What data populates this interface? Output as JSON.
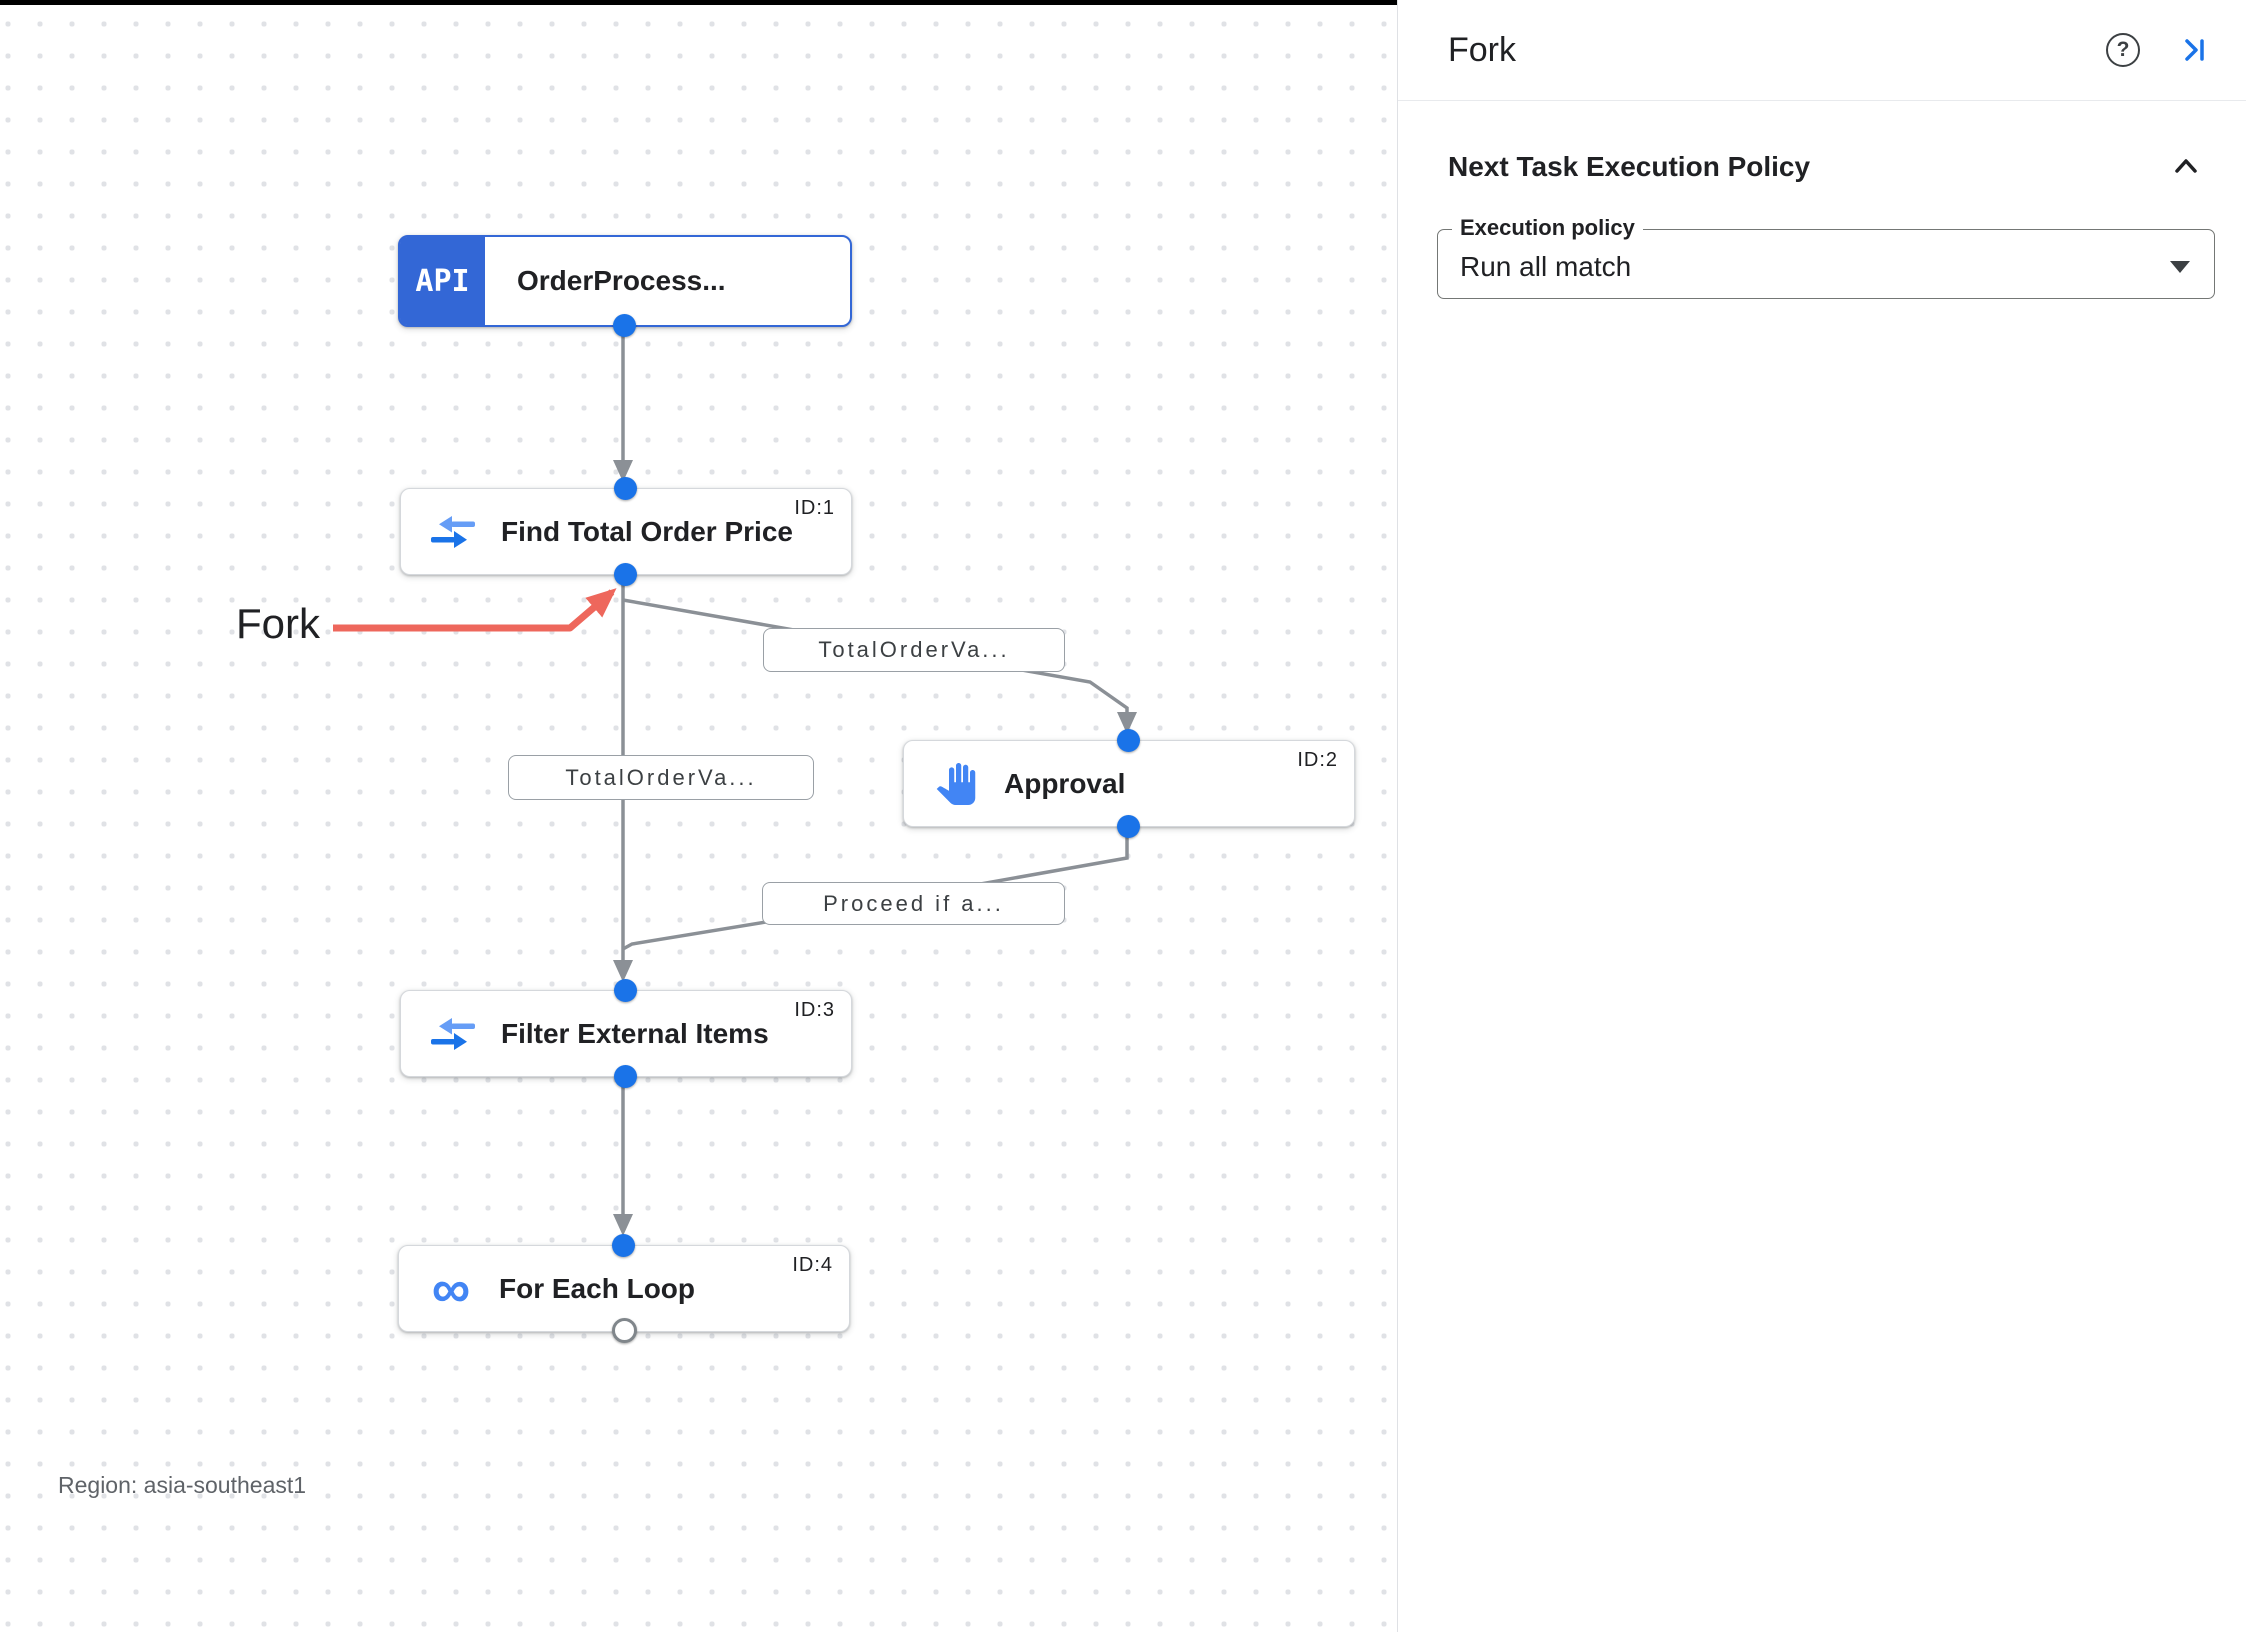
{
  "canvas": {
    "region_label": "Region: asia-southeast1",
    "annotation": {
      "text": "Fork",
      "arrow_color": "#EE675C"
    },
    "nodes": [
      {
        "title": "OrderProcess...",
        "badge": "API",
        "id_label": "",
        "icon": "api-trigger-badge"
      },
      {
        "title": "Find Total Order Price",
        "id_label": "ID:1",
        "icon": "data-mapping-icon"
      },
      {
        "title": "Approval",
        "id_label": "ID:2",
        "icon": "approval-hand-icon"
      },
      {
        "title": "Filter External Items",
        "id_label": "ID:3",
        "icon": "data-mapping-icon"
      },
      {
        "title": "For Each Loop",
        "id_label": "ID:4",
        "icon": "for-each-loop-icon",
        "icon_glyph": "∞"
      }
    ],
    "edge_labels": [
      {
        "text": "TotalOrderVa..."
      },
      {
        "text": "TotalOrderVa..."
      },
      {
        "text": "Proceed if a..."
      }
    ]
  },
  "panel": {
    "title": "Fork",
    "icons": {
      "help_glyph": "?"
    },
    "sections": [
      {
        "title": "Next Task Execution Policy",
        "fields": [
          {
            "label": "Execution policy",
            "value": "Run all match"
          }
        ]
      }
    ]
  },
  "colors": {
    "api_badge_blue": "#3367d6",
    "port_blue": "#1a73e8",
    "icon_blue": "#4285f4",
    "edge_gray": "#8b9096",
    "annotation_red": "#EE675C"
  }
}
